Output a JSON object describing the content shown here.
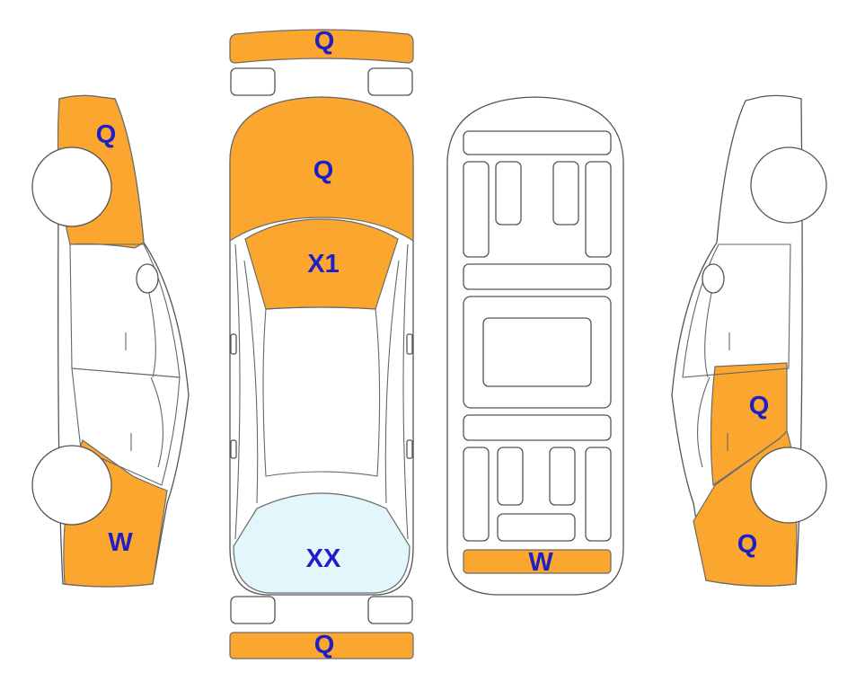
{
  "colors": {
    "damage_fill": "#FBA62E",
    "glass_fill": "#E2F6FC",
    "label_color": "#1F1FC8",
    "outline": "#555555"
  },
  "labels": {
    "front_bumper": "Q",
    "hood": "Q",
    "windshield": "X1",
    "rear_window": "XX",
    "rear_bumper": "Q",
    "left_front_fender": "Q",
    "left_rear_quarter": "W",
    "underbody_rear": "W",
    "right_rear_door": "Q",
    "right_rear_quarter": "Q"
  }
}
